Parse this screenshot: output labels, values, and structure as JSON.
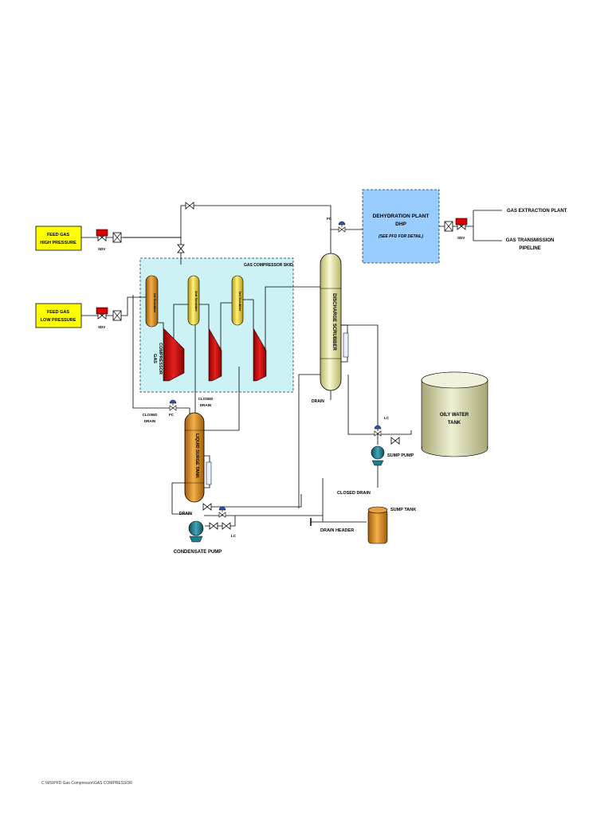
{
  "feeds": {
    "high_pressure": [
      "FEED GAS",
      "HIGH PRESSURE"
    ],
    "low_pressure": [
      "FEED GAS",
      "LOW PRESSURE"
    ]
  },
  "valves": {
    "sdv": "SDV",
    "fc": "FC",
    "lc": "LC"
  },
  "skid_title": "GAS COMPRESSOR SKID",
  "scrubbers": [
    "1st Scrubber",
    "2nd Scrubber",
    "3rd Scrubber"
  ],
  "compressor_label": [
    "GAS",
    "COMPRESSOR"
  ],
  "discharge_scrubber": "DISCHARGE SCRUBBER",
  "liquid_surge_tank": "LIQUID SURGE TANK",
  "dehydration": {
    "line1": "DEHYDRATION PLANT",
    "line2": "DHP",
    "note": "(SEE PFD FOR DETAIL)"
  },
  "outputs": {
    "extraction": "GAS EXTRACTION PLANT",
    "transmission": [
      "GAS TRANSMISSION",
      "PIPELINE"
    ]
  },
  "oily_water_tank": [
    "OILY WATER",
    "TANK"
  ],
  "closed_drain": [
    "CLOSED",
    "DRAIN"
  ],
  "closed_drain_single": "CLOSED DRAIN",
  "drain": "DRAIN",
  "drain_header": "DRAIN HEADER",
  "sump_pump": "SUMP PUMP",
  "sump_tank": "SUMP TANK",
  "condensate_pump": "CONDENSATE PUMP",
  "footer_path": "C:\\MS\\PFD Gas Compressor\\GAS COMPRESSOR",
  "colors": {
    "feed_box": "#ffff00",
    "skid_fill": "#ccf2f5",
    "dhp_fill": "#99ccff",
    "orange_vessel": "#d98c1a",
    "yellow_vessel": "#e6cc33",
    "compressor_red": "#cc0000",
    "discharge_scrubber": "#e6e6a0",
    "pump_teal": "#1a7f8c",
    "oily_tank": "#d9d9b3",
    "sdv_red": "#dd0000"
  }
}
